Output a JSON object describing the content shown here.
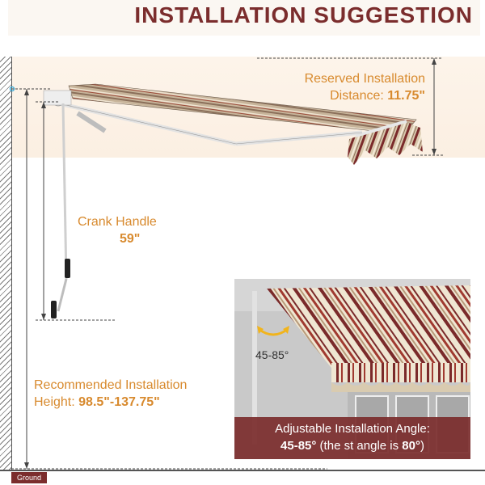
{
  "title": "INSTALLATION SUGGESTION",
  "reserved": {
    "line1": "Reserved Installation",
    "line2_prefix": "Distance: ",
    "line2_value": "11.75\""
  },
  "crank": {
    "line1": "Crank Handle",
    "value": "59\""
  },
  "recommended": {
    "line1": "Recommended Installation",
    "line2_prefix": "Height: ",
    "line2_value": "98.5\"-137.75\""
  },
  "angle_label": "45-85°",
  "caption": {
    "line1": "Adjustable Installation Angle:",
    "range": "45-85°",
    "middle": " (the ",
    "obscured": "   ",
    "rest": "st angle is ",
    "best_value": "80°",
    "close": ")"
  },
  "ground_label": "Ground",
  "colors": {
    "title": "#7b2d2d",
    "accent_text": "#d88a2e",
    "caption_bg": "#7b2d2d",
    "stripe_dark": "#7a2a2a",
    "stripe_light": "#e9dcc2"
  }
}
